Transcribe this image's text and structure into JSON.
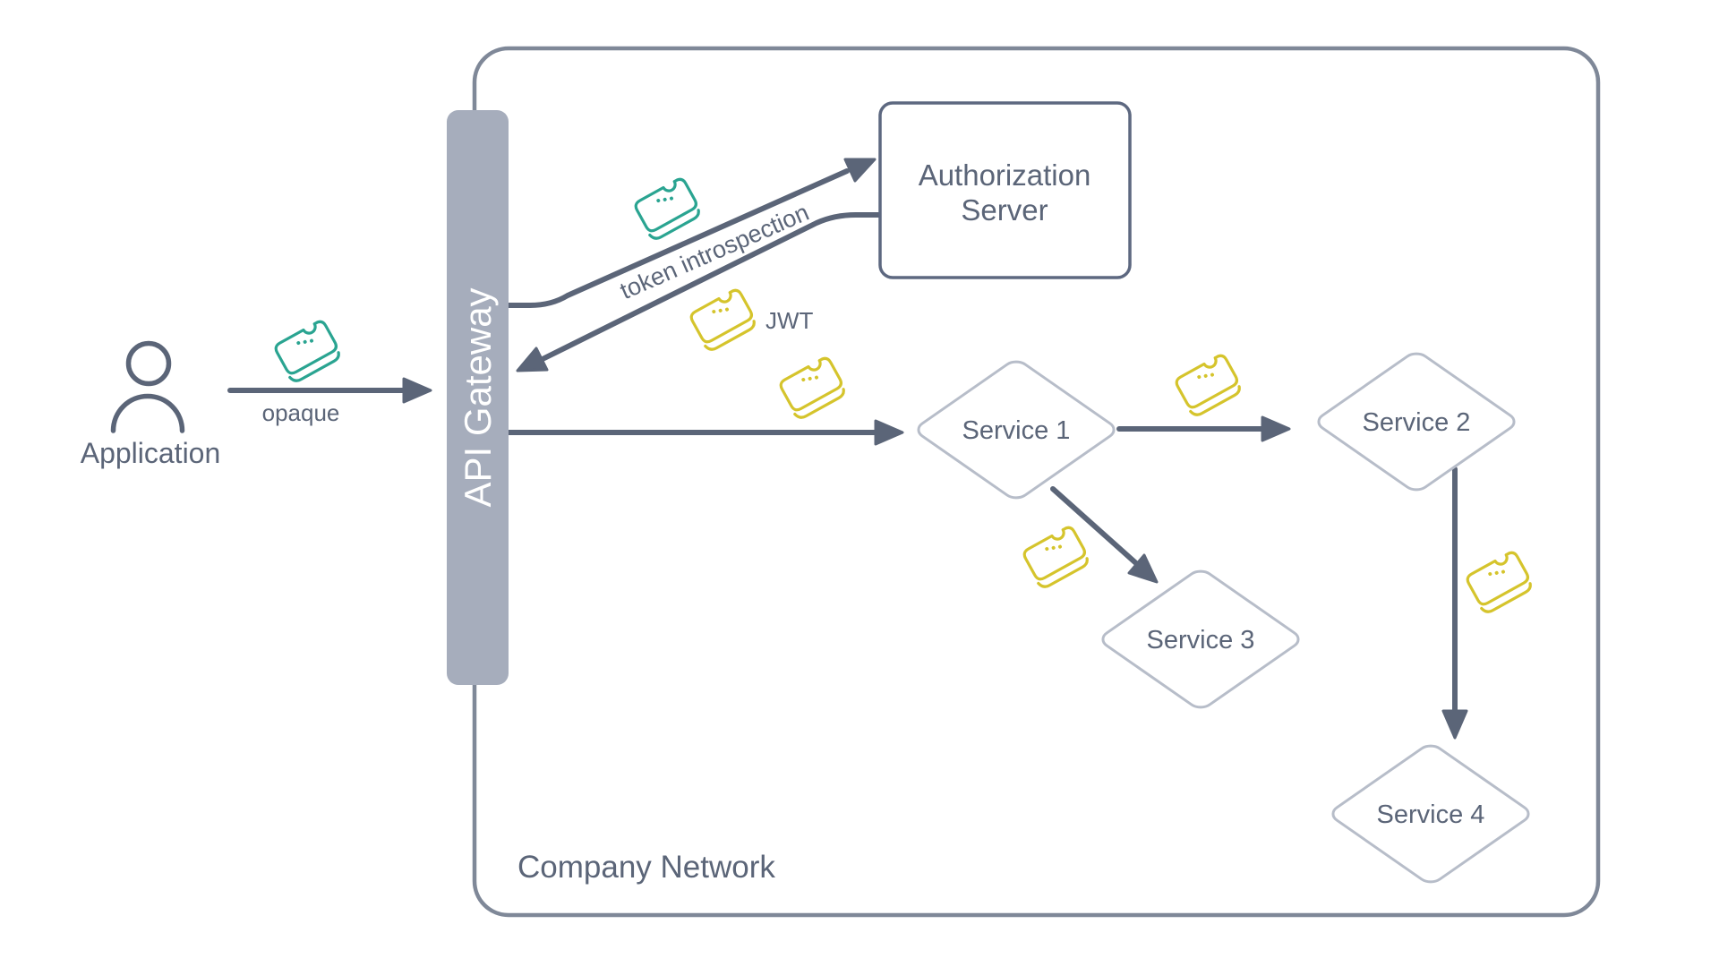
{
  "colors": {
    "slate": "#5b6578",
    "teal": "#2aa491",
    "yellow": "#d5c42c",
    "gateway_fill": "#a6adbc",
    "diamond_stroke": "#b7bdc9",
    "box_border": "#5d6880",
    "network_border": "#7f8898"
  },
  "nodes": {
    "application": {
      "label": "Application"
    },
    "api_gateway": {
      "label": "API Gateway"
    },
    "authorization_server": {
      "lines": [
        "Authorization",
        "Server"
      ]
    },
    "service1": {
      "label": "Service 1"
    },
    "service2": {
      "label": "Service 2"
    },
    "service3": {
      "label": "Service 3"
    },
    "service4": {
      "label": "Service 4"
    },
    "company_network": {
      "label": "Company Network"
    }
  },
  "edge_labels": {
    "opaque": "opaque",
    "token_introspection": "token introspection",
    "jwt": "JWT"
  },
  "icons": {
    "user": "user-icon",
    "ticket": "ticket-icon"
  }
}
